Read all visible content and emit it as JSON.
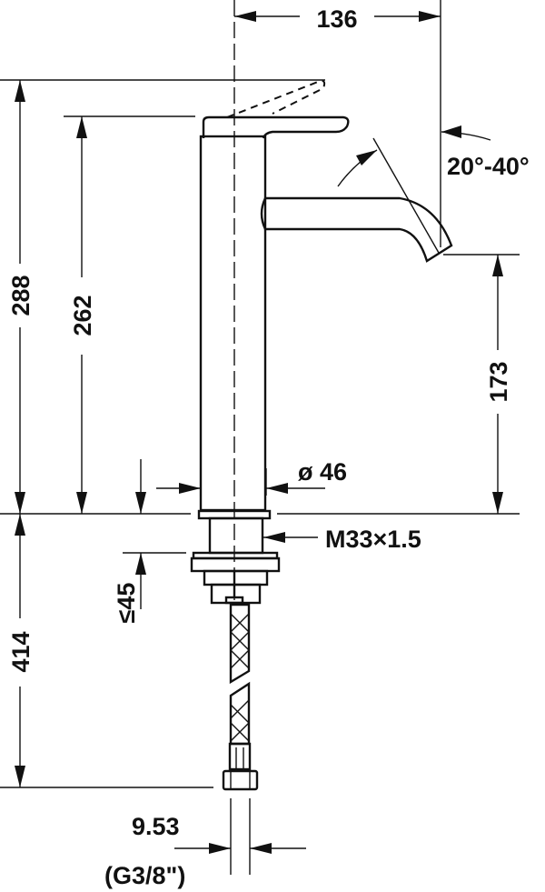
{
  "dimensions": {
    "width_spout": "136",
    "total_height": "288",
    "lever_height": "262",
    "spout_height": "173",
    "body_diameter": "ø 46",
    "thread": "M33×1.5",
    "max_thickness": "≤45",
    "hose_length": "414",
    "connection_size": "9.53",
    "connection_thread": "(G3/8\")",
    "lever_angle": "20°-40°"
  },
  "colors": {
    "line": "#111111",
    "background": "#ffffff"
  }
}
